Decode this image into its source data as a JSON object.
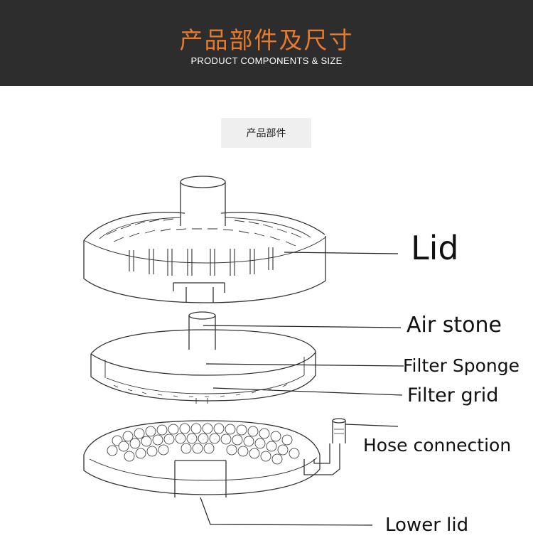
{
  "header": {
    "title": "产品部件及尺寸",
    "subtitle": "PRODUCT COMPONENTS & SIZE"
  },
  "section_tag": "产品部件",
  "labels": {
    "lid": "Lid",
    "air_stone": "Air stone",
    "filter_sponge": "Filter Sponge",
    "filter_grid": "Filter grid",
    "hose_connection": "Hose connection",
    "lower_lid": "Lower lid"
  },
  "colors": {
    "banner_bg": "#2d2d2d",
    "title_accent": "#e87a2d",
    "tag_bg": "#efefef",
    "line": "#333333"
  }
}
